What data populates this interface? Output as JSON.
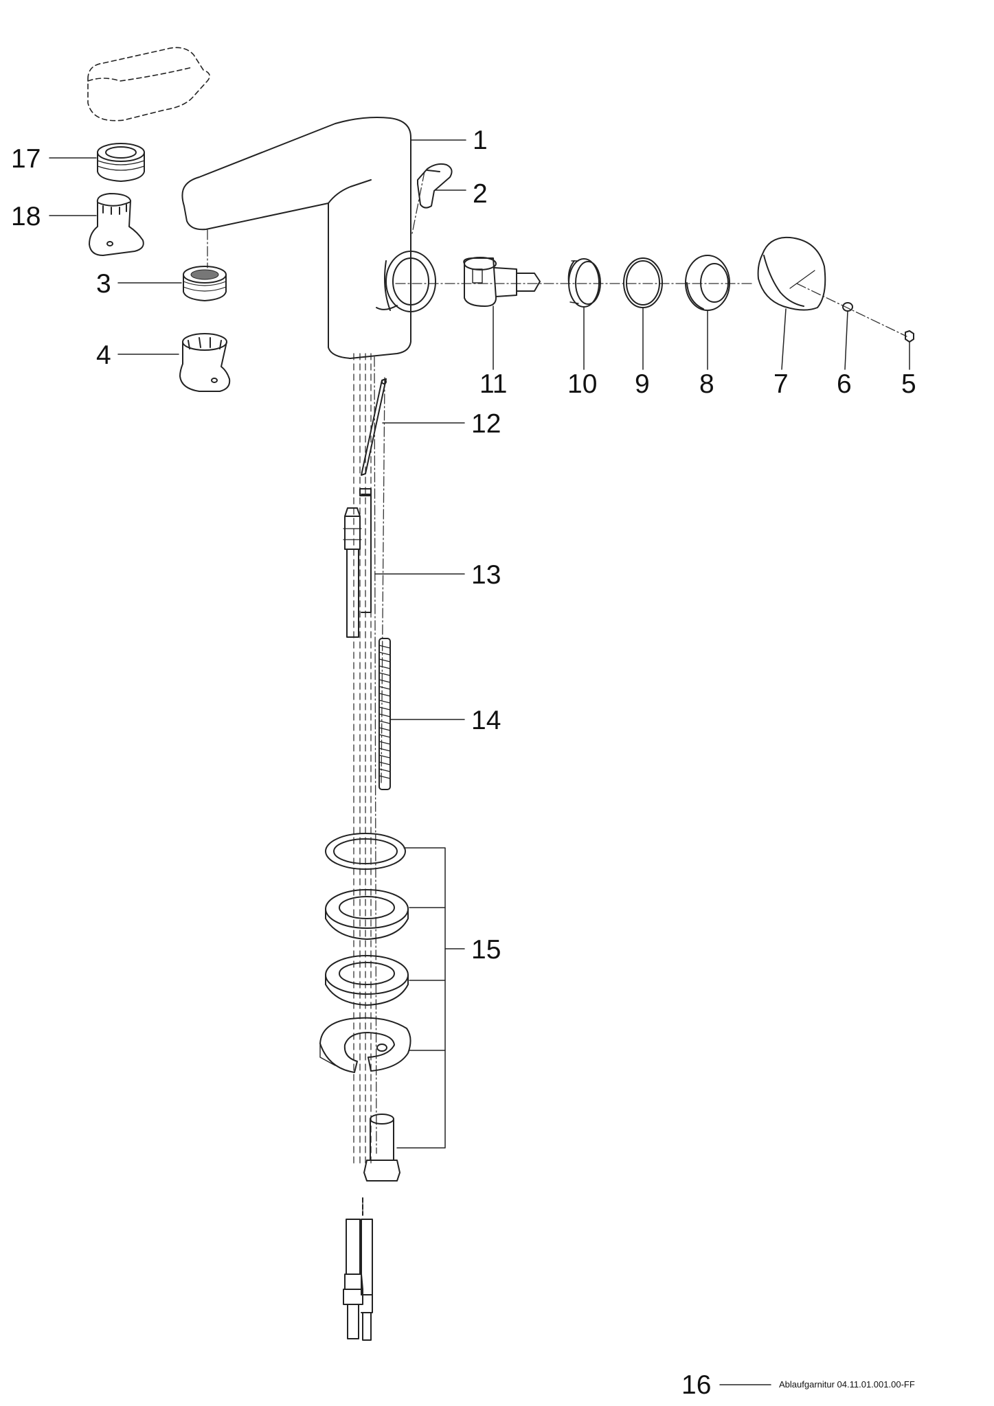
{
  "callouts": {
    "c1": "1",
    "c2": "2",
    "c3": "3",
    "c4": "4",
    "c5": "5",
    "c6": "6",
    "c7": "7",
    "c8": "8",
    "c9": "9",
    "c10": "10",
    "c11": "11",
    "c12": "12",
    "c13": "13",
    "c14": "14",
    "c15": "15",
    "c16": "16",
    "c17": "17",
    "c18": "18"
  },
  "footer_note": "Ablaufgarnitur 04.11.01.001.00-FF",
  "colors": {
    "line": "#222222",
    "shade": "#666666",
    "background": "#ffffff"
  }
}
